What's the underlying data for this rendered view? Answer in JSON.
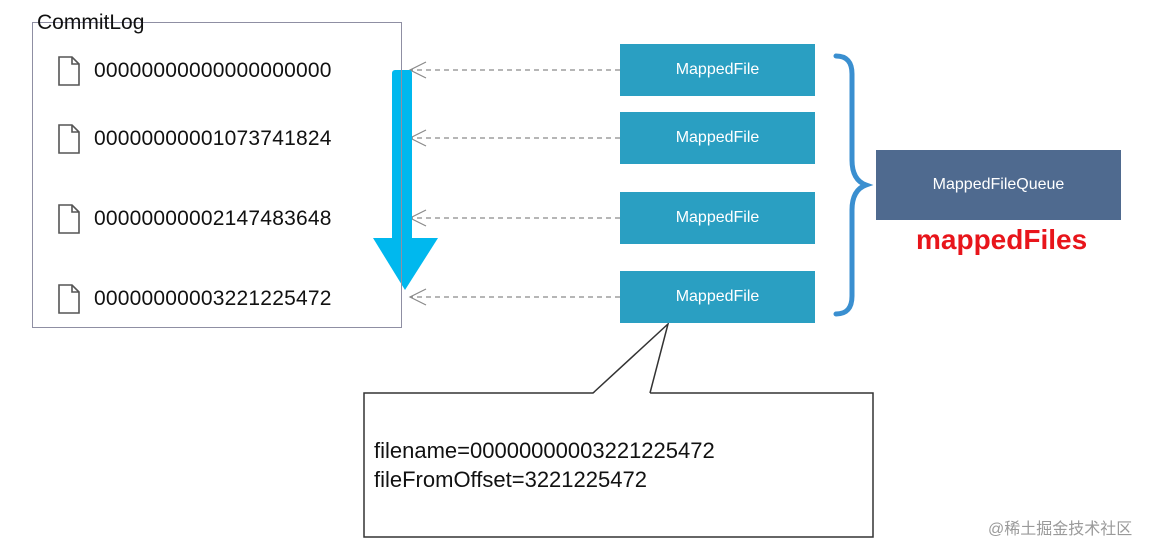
{
  "commitlog": {
    "title": "CommitLog",
    "files": [
      "00000000000000000000",
      "00000000001073741824",
      "00000000002147483648",
      "00000000003221225472"
    ]
  },
  "mapped_files": [
    "MappedFile",
    "MappedFile",
    "MappedFile",
    "MappedFile"
  ],
  "queue": {
    "label": "MappedFileQueue",
    "field_name": "mappedFiles"
  },
  "detail": {
    "line1": "filename=00000000003221225472",
    "line2": "fileFromOffset=3221225472"
  },
  "watermark": "@稀土掘金技术社区",
  "colors": {
    "mapped_file_fill": "#2a9fc2",
    "queue_fill": "#4f6a8f",
    "arrow": "#00b8ee",
    "brace": "#3a8fd0",
    "field_name": "#e8151b"
  }
}
